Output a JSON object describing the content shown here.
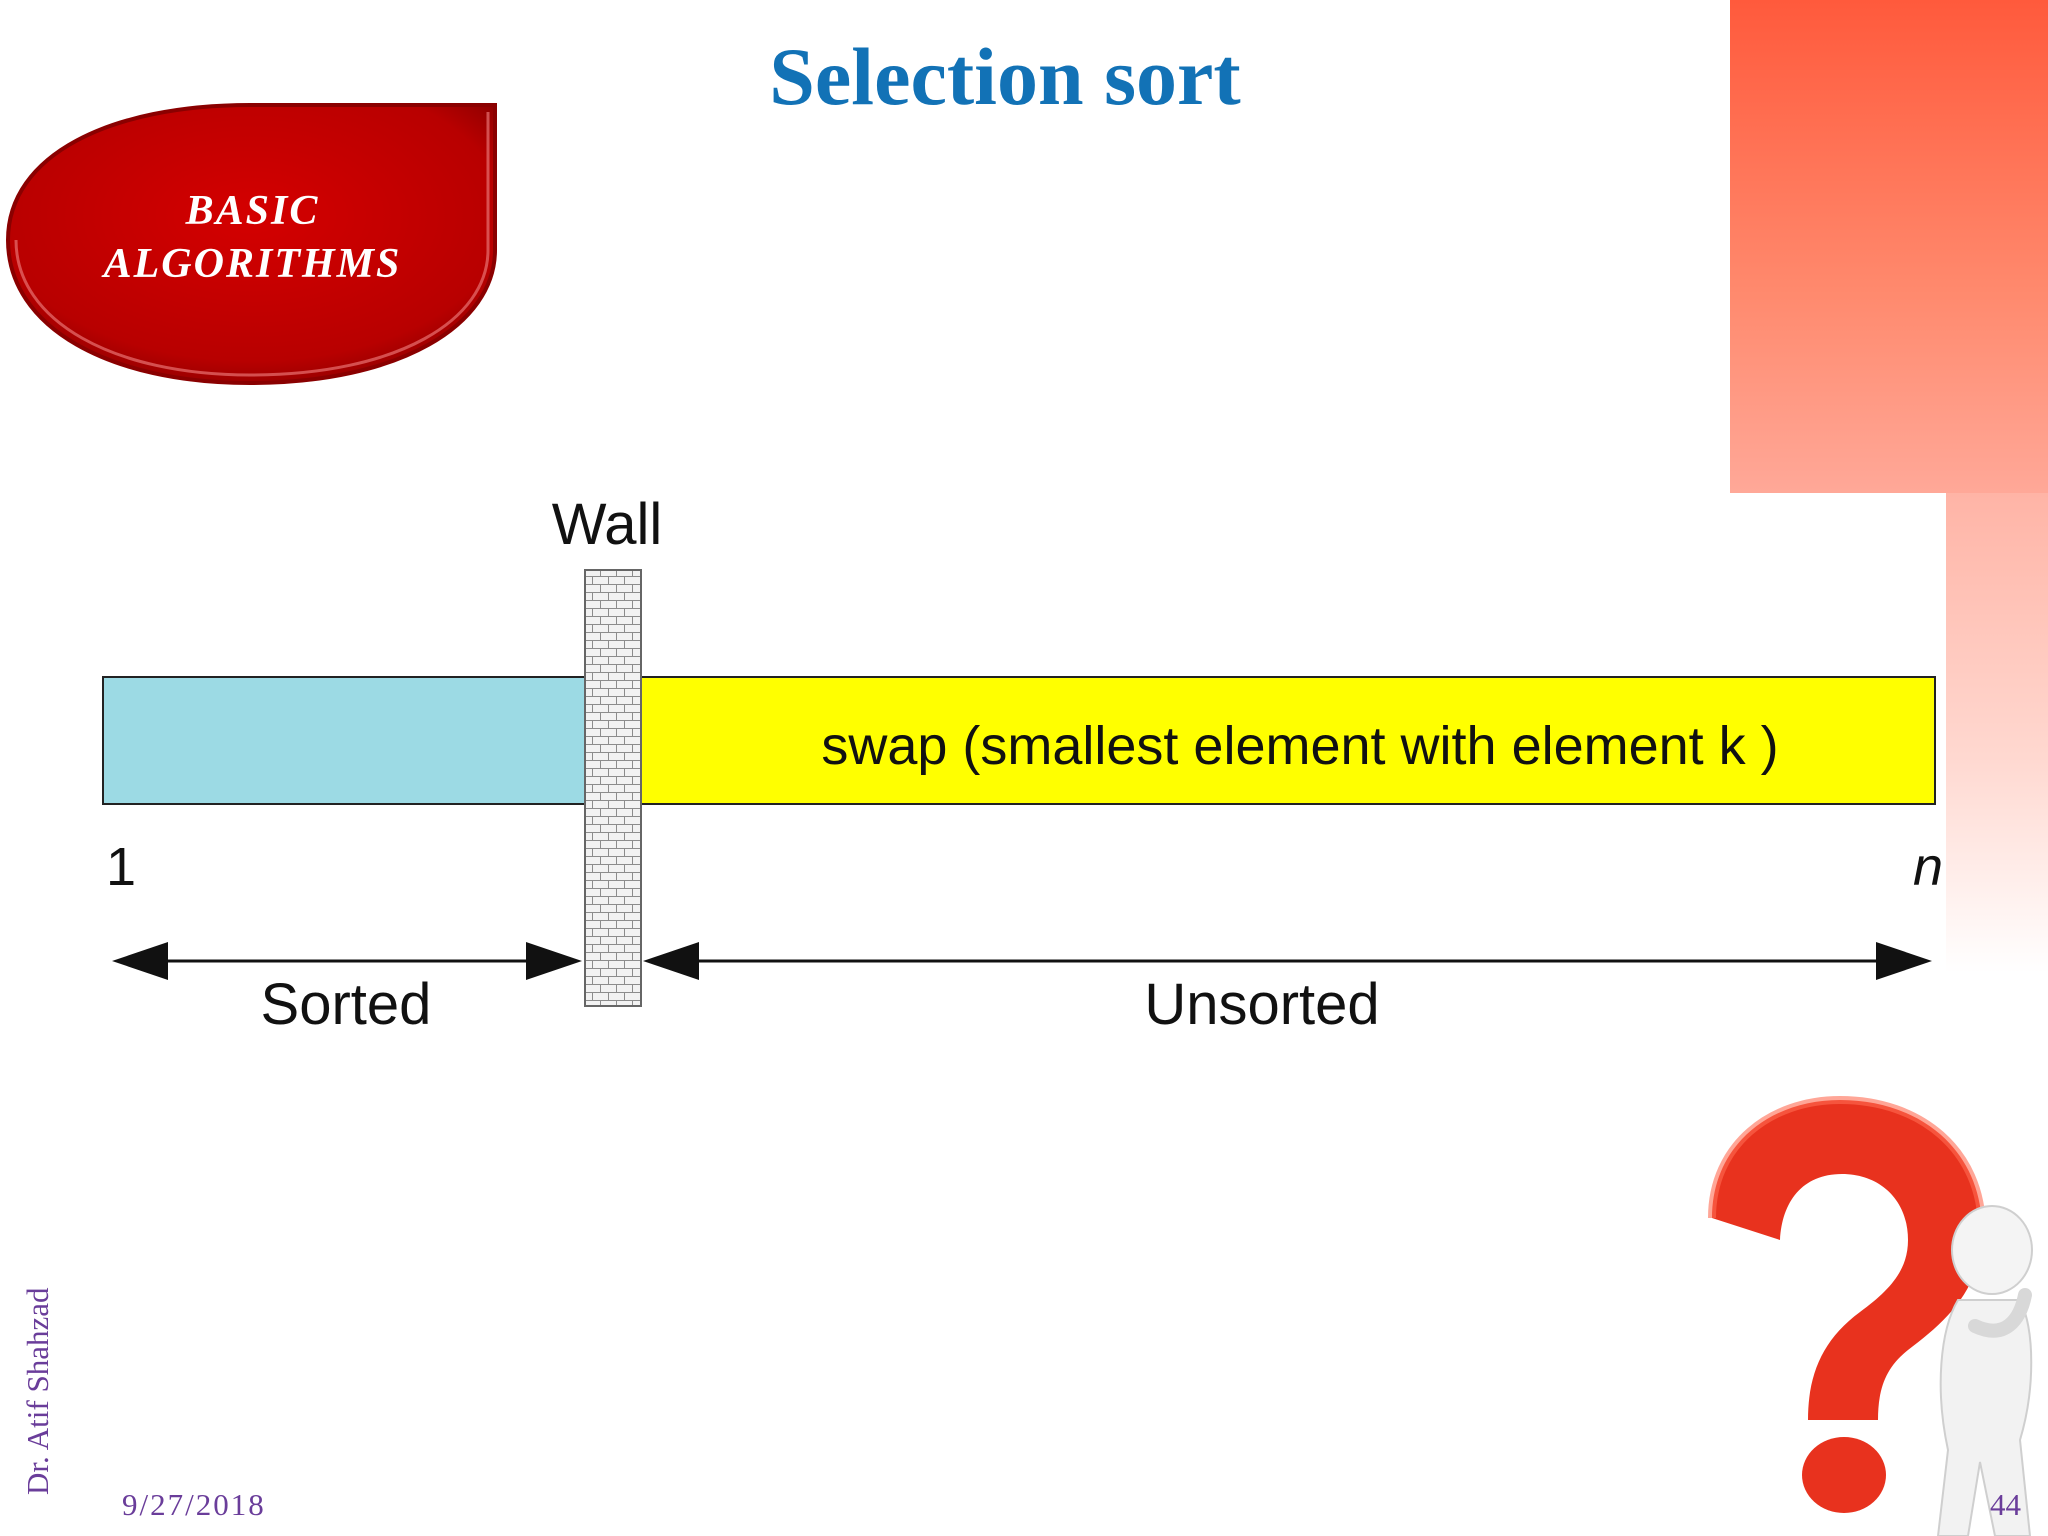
{
  "slide": {
    "title": "Selection sort",
    "badge_line1": "BASIC",
    "badge_line2": "ALGORITHMS",
    "author": "Dr. Atif Shahzad",
    "date": "9/27/2018",
    "page_number": "44"
  },
  "diagram": {
    "wall_label": "Wall",
    "swap_text": "swap (smallest element with element k )",
    "start_index": "1",
    "end_index": "n",
    "sorted_label": "Sorted",
    "unsorted_label": "Unsorted"
  },
  "colors": {
    "title": "#1272b6",
    "badge_red": "#c00000",
    "sorted_fill": "#9cdae4",
    "unsorted_fill": "#ffff00",
    "accent": "#ff5a3c",
    "footer_text": "#6a3d9a"
  },
  "icons": [
    "question-mark-icon",
    "thinking-figure-icon"
  ]
}
